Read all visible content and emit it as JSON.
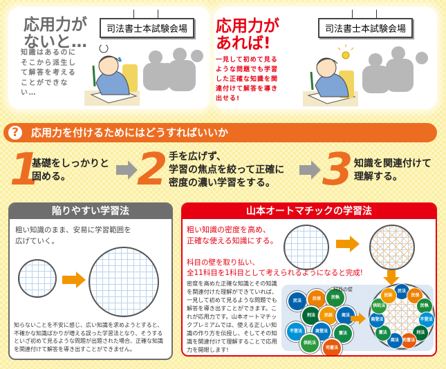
{
  "top_left": {
    "title": [
      "応用力が",
      "ないと…"
    ],
    "body": [
      "知識はあるのに",
      "そこから派生し",
      "て解答を考える",
      "ことができな",
      "い…"
    ],
    "sign": "司法書士本試験会場"
  },
  "top_right": {
    "title": [
      "応用力が",
      "あれば!"
    ],
    "body": [
      "一見して初めて見る",
      "ような問題でも学習",
      "した正確な知識を関",
      "連付けて解答を導き",
      "出せる!"
    ],
    "sign": "司法書士本試験会場"
  },
  "question_bar": {
    "icon": "question-icon",
    "label": "応用力を付けるためにはどうすればいいか"
  },
  "steps": [
    {
      "num": "1",
      "lines": [
        "基礎をしっかりと",
        "固める。"
      ]
    },
    {
      "num": "2",
      "lines": [
        "手を広げず、",
        "学習の焦点を絞って正確に",
        "密度の濃い学習をする。"
      ]
    },
    {
      "num": "3",
      "lines": [
        "知識を関連付けて",
        "理解する。"
      ]
    }
  ],
  "bad_method": {
    "title": "陥りやすい学習法",
    "lead": [
      "粗い知識のまま、安易に学習範囲を",
      "広げていく。"
    ],
    "body": "知らないことを不安に感じ、広い知識を求めようとすると、不確かな知識ばかりが増える誤った学習法となり、そうするといざ初めて見るような問題が出題された場合、正確な知識を関連付けて解答を導き出すことができません。"
  },
  "good_method": {
    "title": "山本オートマチックの学習法",
    "lead1": [
      "粗い知識の密度を高め、",
      "正確な使える知識にする。"
    ],
    "lead2": [
      "科目の壁を取り払い、",
      "全11科目を1科目として考えられるようになると完成!"
    ],
    "body": "密度を高めた正確な知識とその知識を関連付けた理解ができていれば、一見して初めて見るような問題でも解答を導き出すことができます。これが応用力です。山本オートマチックプレミアムでは、使える正しい知識の作り方を伝授し、そしてその知識を関連付けて理解することで応用力を開眼します!",
    "wall_label": "科目の壁",
    "subjects_scattered": [
      {
        "name": "民法",
        "color": "#0062ac"
      },
      {
        "name": "民保",
        "color": "#ee7f00"
      },
      {
        "name": "民執",
        "color": "#1b8a3c"
      },
      {
        "name": "刑法",
        "color": "#006934"
      },
      {
        "name": "民訴",
        "color": "#f39800"
      },
      {
        "name": "商法",
        "color": "#0068b7"
      },
      {
        "name": "不登法",
        "color": "#0092d8"
      },
      {
        "name": "商登法",
        "color": "#0075c1"
      },
      {
        "name": "憲法",
        "color": "#148a48"
      },
      {
        "name": "供託法",
        "color": "#2a9a3c"
      },
      {
        "name": "司書法",
        "color": "#e8590c"
      }
    ],
    "subjects_ring": [
      {
        "name": "民法",
        "color": "#0062ac"
      },
      {
        "name": "民保",
        "color": "#ee7f00"
      },
      {
        "name": "民執",
        "color": "#1b8a3c"
      },
      {
        "name": "不登法",
        "color": "#0092d8"
      },
      {
        "name": "刑法",
        "color": "#006934"
      },
      {
        "name": "司書法",
        "color": "#e8590c"
      },
      {
        "name": "商法",
        "color": "#0068b7"
      },
      {
        "name": "憲法",
        "color": "#148a48"
      },
      {
        "name": "商登法",
        "color": "#0075c1"
      },
      {
        "name": "供託法",
        "color": "#2a9a3c"
      },
      {
        "name": "民訴",
        "color": "#f39800"
      }
    ]
  },
  "colors": {
    "orange": "#ec6d22",
    "red": "#e60012",
    "gray_header": "#6e6e6e",
    "arrow": "#f29600"
  }
}
